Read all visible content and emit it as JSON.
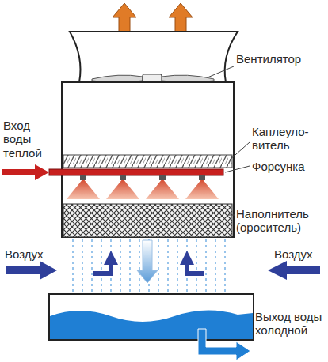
{
  "diagram": {
    "labels": [
      "Вентилятор",
      "Вход воды теплой",
      "Каплеуло- витель",
      "Форсунка",
      "Наполнитель (ороситель)",
      "Воздух",
      "Воздух",
      "Выход воды холодной"
    ]
  }
}
